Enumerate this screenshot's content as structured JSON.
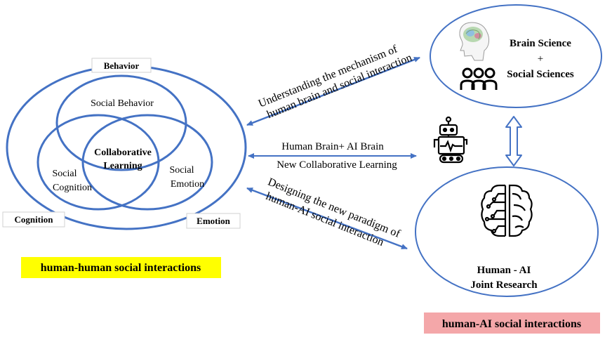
{
  "left_diagram": {
    "behavior": "Behavior",
    "cognition": "Cognition",
    "emotion": "Emotion",
    "social_behavior": "Social Behavior",
    "social_cognition_line1": "Social",
    "social_cognition_line2": "Cognition",
    "social_emotion_line1": "Social",
    "social_emotion_line2": "Emotion",
    "center_line1": "Collaborative",
    "center_line2": "Learning",
    "caption": "human-human social interactions",
    "caption_color": "#ffff00"
  },
  "arrows": {
    "top_line1": "Understanding the mechanism of",
    "top_line2": "human brain and social interaction",
    "middle_line1": "Human Brain+ AI Brain",
    "middle_line2": "New Collaborative Learning",
    "bottom_line1": "Designing the new paradigm of",
    "bottom_line2": "human-AI social interaction"
  },
  "right_top": {
    "line1": "Brain Science",
    "line2": "+",
    "line3": "Social Sciences",
    "icons": [
      "brain-head-icon",
      "people-group-icon"
    ]
  },
  "right_bottom": {
    "line1": "Human - AI",
    "line2": "Joint Research",
    "icons": [
      "brain-circuit-icon"
    ]
  },
  "robot": {
    "icon": "robot-icon"
  },
  "right_caption": {
    "text": "human-AI social interactions",
    "color": "#f4a7a9"
  },
  "colors": {
    "ellipse_stroke": "#4472c4",
    "arrow": "#4472c4"
  }
}
